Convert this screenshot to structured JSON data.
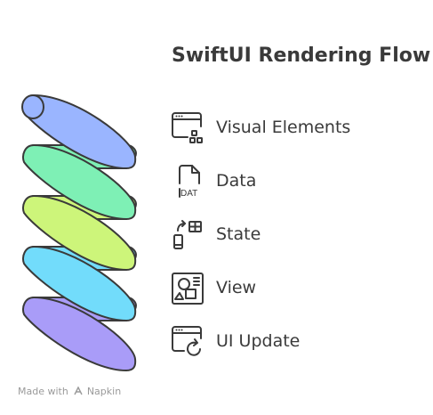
{
  "title": "SwiftUI Rendering Flow",
  "items": [
    {
      "label": "Visual Elements",
      "icon": "visual-elements-icon",
      "color": "#9ab5ff"
    },
    {
      "label": "Data",
      "icon": "data-file-icon",
      "color": "#7ef0b5"
    },
    {
      "label": "State",
      "icon": "state-sync-icon",
      "color": "#cdf57a"
    },
    {
      "label": "View",
      "icon": "view-diagram-icon",
      "color": "#72dcfb"
    },
    {
      "label": "UI Update",
      "icon": "ui-update-icon",
      "color": "#a99cf8"
    }
  ],
  "data_icon_text": "DAT",
  "footer": {
    "made_with": "Made with",
    "brand": "Napkin"
  }
}
